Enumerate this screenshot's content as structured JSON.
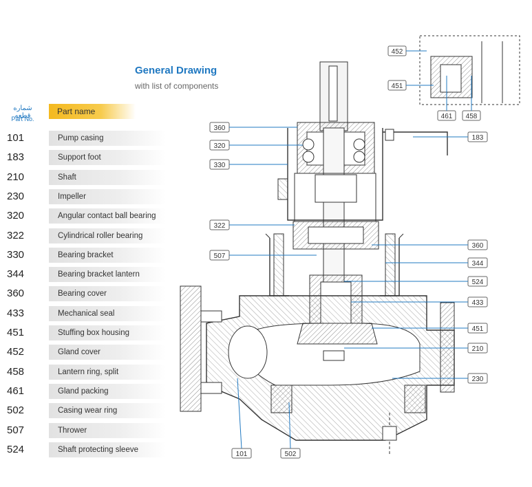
{
  "header": {
    "title": "General Drawing",
    "subtitle": "with list of components",
    "col_part_no_fa": "شماره قطعه",
    "col_part_no": "Part No.",
    "col_part_name": "Part name"
  },
  "parts": [
    {
      "no": "101",
      "name": "Pump casing"
    },
    {
      "no": "183",
      "name": "Support foot"
    },
    {
      "no": "210",
      "name": "Shaft"
    },
    {
      "no": "230",
      "name": "Impeller"
    },
    {
      "no": "320",
      "name": "Angular contact ball bearing"
    },
    {
      "no": "322",
      "name": "Cylindrical roller bearing"
    },
    {
      "no": "330",
      "name": "Bearing bracket"
    },
    {
      "no": "344",
      "name": "Bearing bracket lantern"
    },
    {
      "no": "360",
      "name": "Bearing cover"
    },
    {
      "no": "433",
      "name": "Mechanical seal"
    },
    {
      "no": "451",
      "name": "Stuffing box housing"
    },
    {
      "no": "452",
      "name": "Gland cover"
    },
    {
      "no": "458",
      "name": "Lantern ring, split"
    },
    {
      "no": "461",
      "name": "Gland packing"
    },
    {
      "no": "502",
      "name": "Casing wear ring"
    },
    {
      "no": "507",
      "name": "Thrower"
    },
    {
      "no": "524",
      "name": "Shaft protecting sleeve"
    }
  ],
  "callouts": {
    "c452": "452",
    "c451_detail": "451",
    "c461": "461",
    "c458": "458",
    "c360_top": "360",
    "c320": "320",
    "c330": "330",
    "c183": "183",
    "c322": "322",
    "c507": "507",
    "c360_right": "360",
    "c344": "344",
    "c524": "524",
    "c433": "433",
    "c451": "451",
    "c210": "210",
    "c230": "230",
    "c101": "101",
    "c502": "502"
  },
  "colors": {
    "accent": "#1f78c1",
    "header_bar": "#f4b920",
    "row_bar": "#e2e2e2"
  }
}
